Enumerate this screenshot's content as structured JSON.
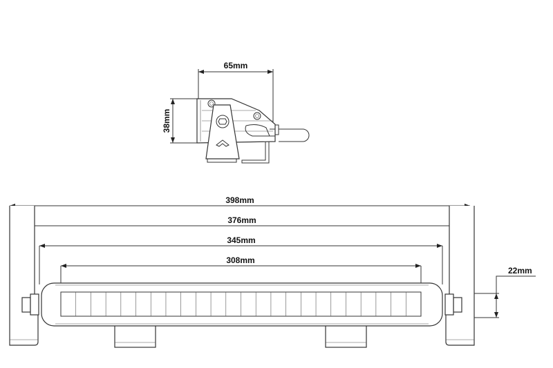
{
  "dimensions": {
    "side_depth": "65mm",
    "side_height": "38mm",
    "overall_length": "398mm",
    "bracket_length": "376mm",
    "body_length": "345mm",
    "lens_length": "308mm",
    "bar_height": "22mm"
  },
  "line_color": "#333333"
}
